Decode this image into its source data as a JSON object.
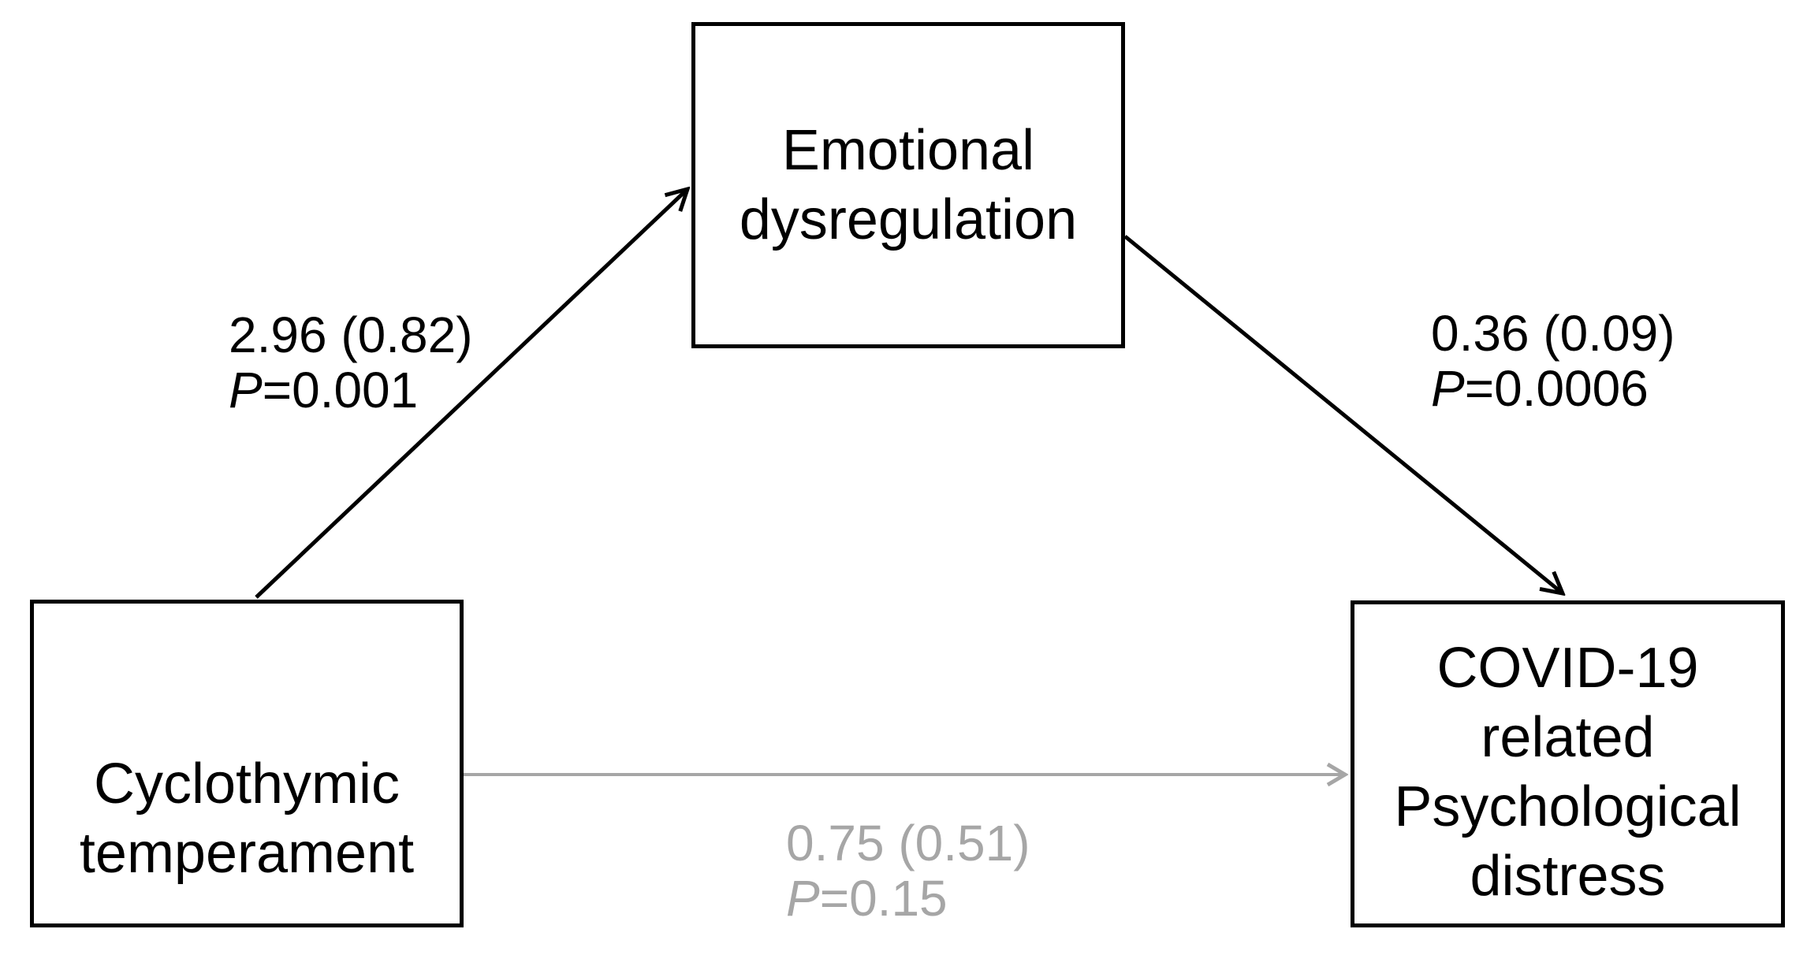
{
  "nodes": {
    "predictor": {
      "lines": [
        "Cyclothymic",
        "temperament"
      ]
    },
    "mediator": {
      "lines": [
        "Emotional",
        "dysregulation"
      ]
    },
    "outcome": {
      "lines": [
        "COVID-19",
        "related",
        "Psychological",
        "distress"
      ]
    }
  },
  "paths": {
    "a_predictor_to_mediator": {
      "coefficient": "2.96 (0.82)",
      "p_label": "P",
      "p_value": "=0.001",
      "color": "#000000"
    },
    "b_mediator_to_outcome": {
      "coefficient": "0.36 (0.09)",
      "p_label": "P",
      "p_value": "=0.0006",
      "color": "#000000"
    },
    "c_predictor_to_outcome": {
      "coefficient": "0.75 (0.51)",
      "p_label": "P",
      "p_value": "=0.15",
      "color": "#a6a6a6"
    }
  },
  "colors": {
    "node_border": "#000000",
    "node_text": "#000000",
    "significant_path": "#000000",
    "nonsignificant_path": "#a6a6a6",
    "background": "#ffffff"
  }
}
